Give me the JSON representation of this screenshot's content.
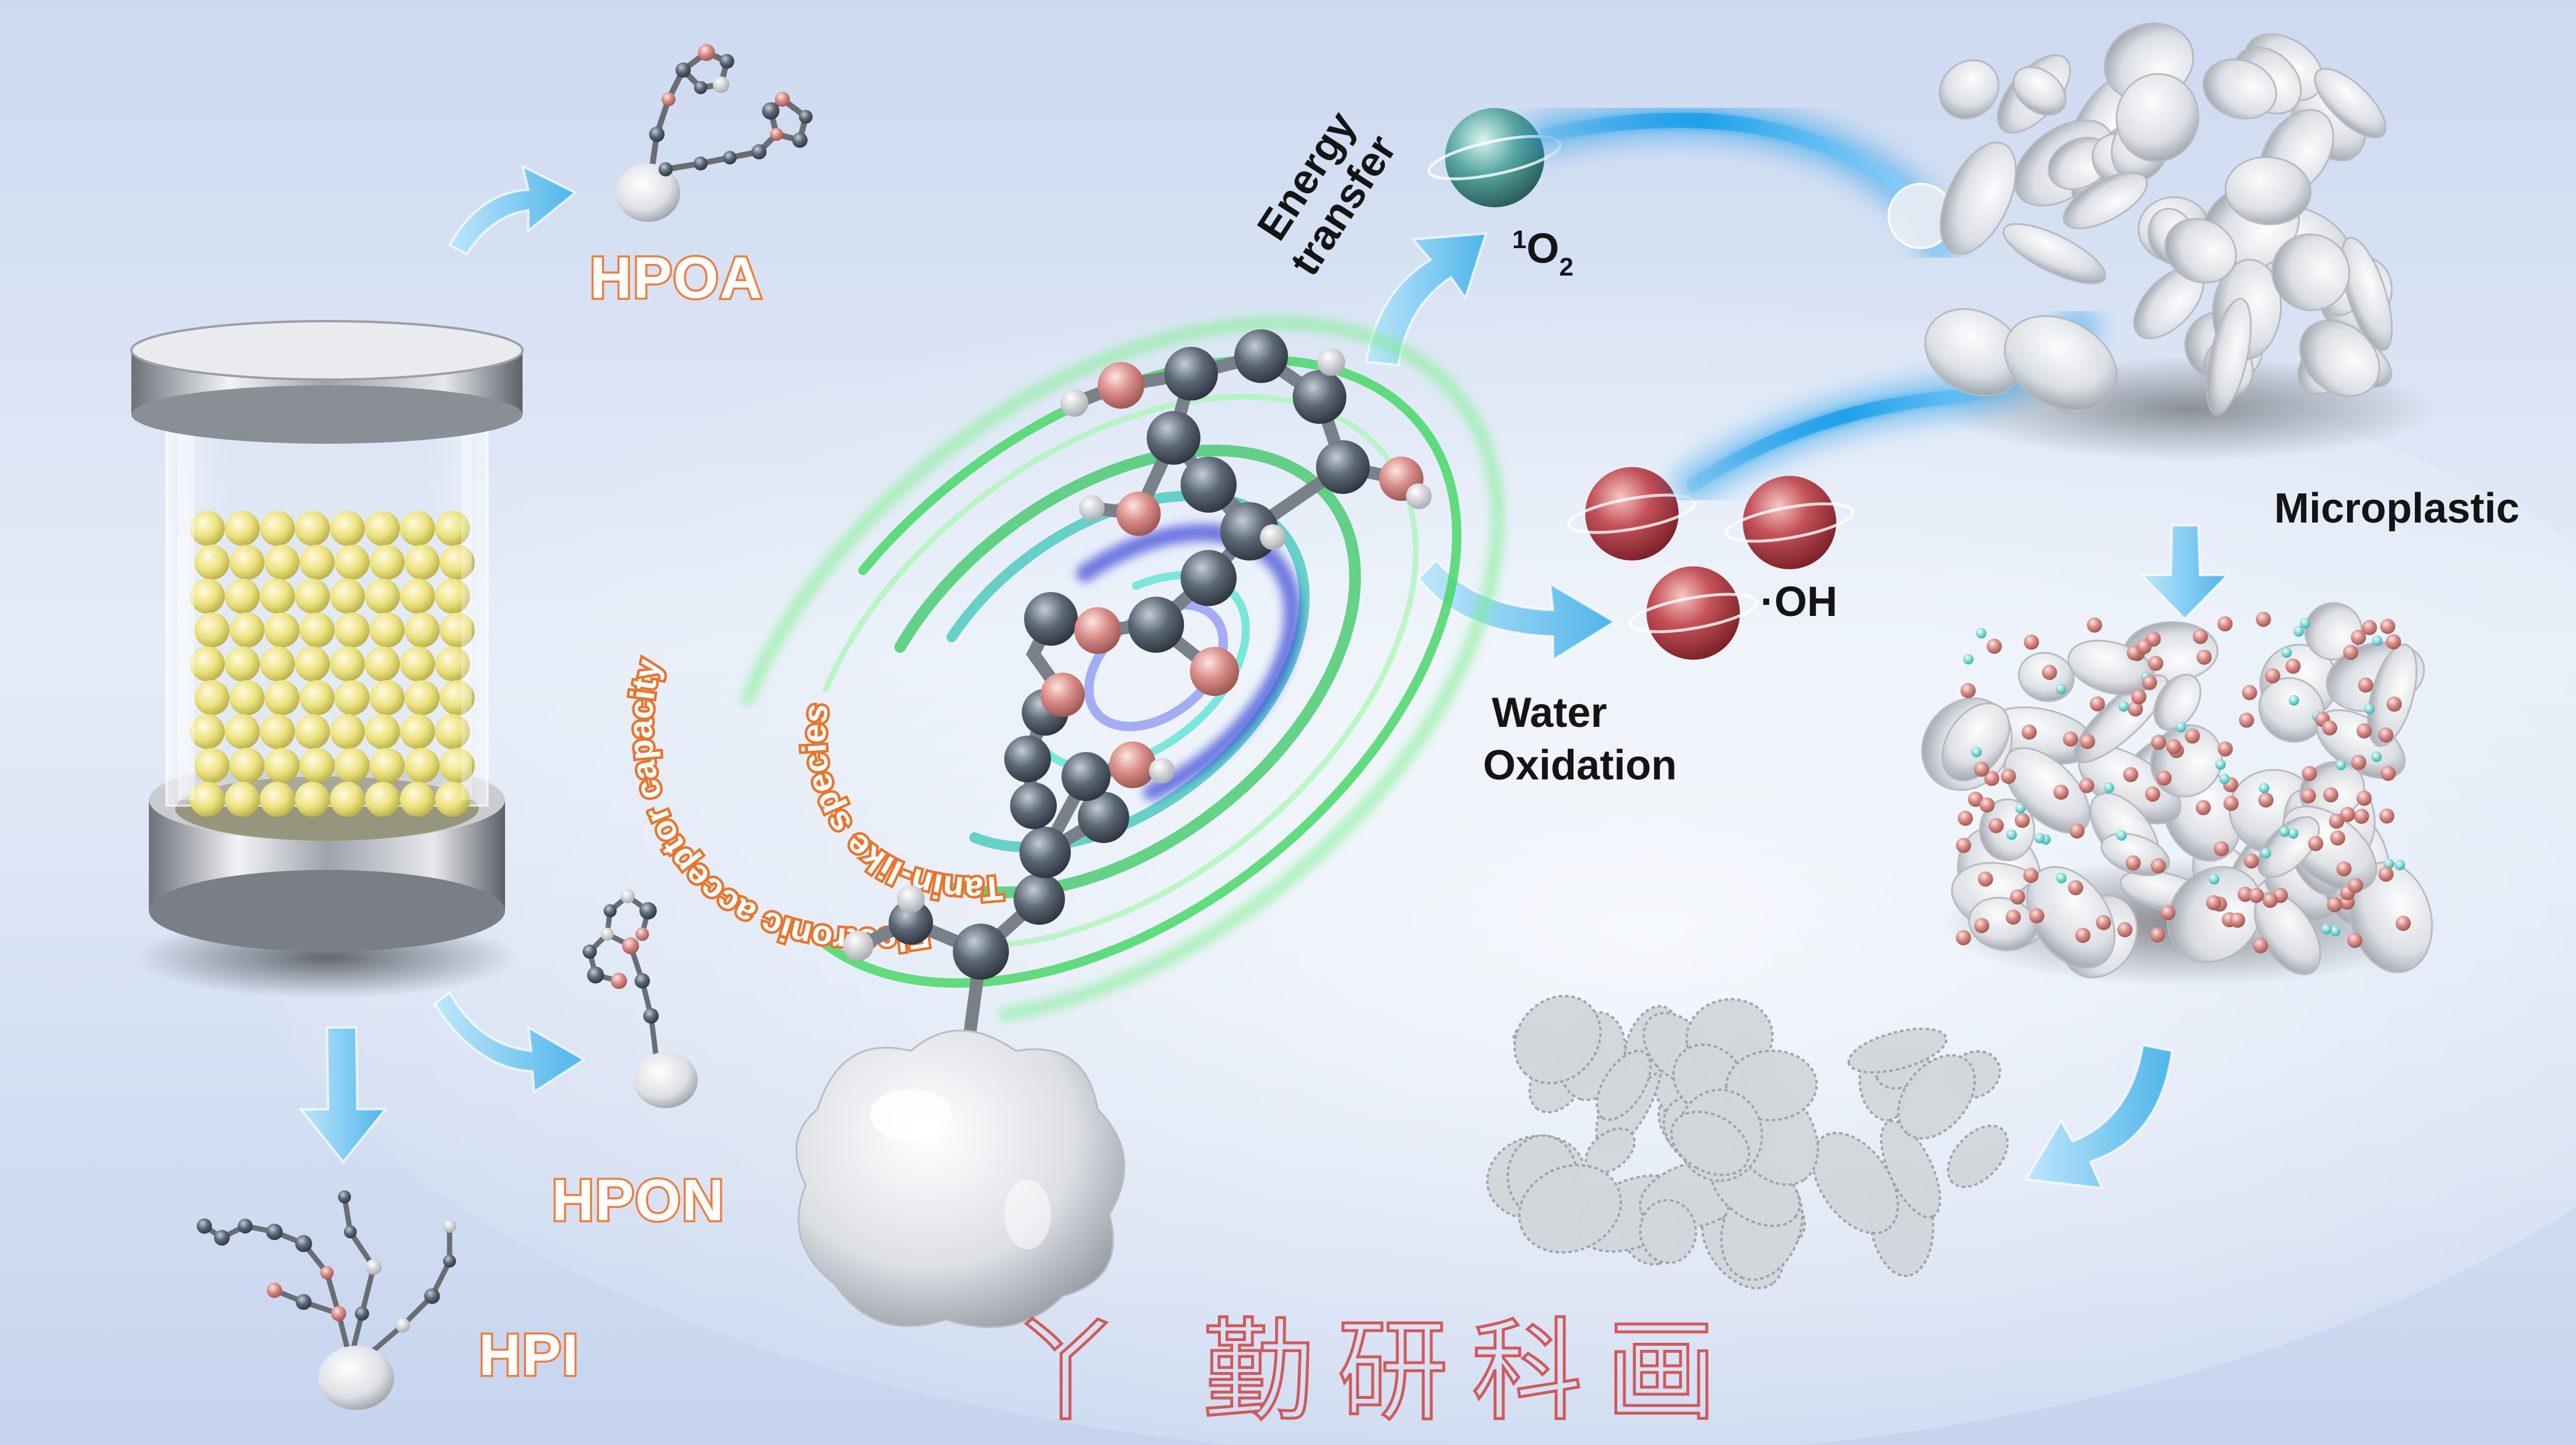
{
  "labels": {
    "hpoa": "HPOA",
    "hpon": "HPON",
    "hpi": "HPI",
    "energy": "Energy",
    "transfer": "transfer",
    "singlet_sup": "1",
    "singlet_o": "O",
    "singlet_sub": "2",
    "water": "Water",
    "oxidation": "Oxidation",
    "hydroxyl": "·OH",
    "microplastic": "Microplastic",
    "arc_outer": "Electronic acceptor capacity",
    "arc_inner": "Tanin-like species"
  },
  "watermark": "丫 勤研科画",
  "colors": {
    "label_orange": "#ef7d3c",
    "arrow_blue": "#6ec6f0",
    "oxygen_red": "#b8474a",
    "singlet_teal": "#5aa9a3",
    "swirl_green": "#2fd65a",
    "swirl_blue": "#2f3fd6",
    "bead_yellow": "#f0e68c"
  }
}
